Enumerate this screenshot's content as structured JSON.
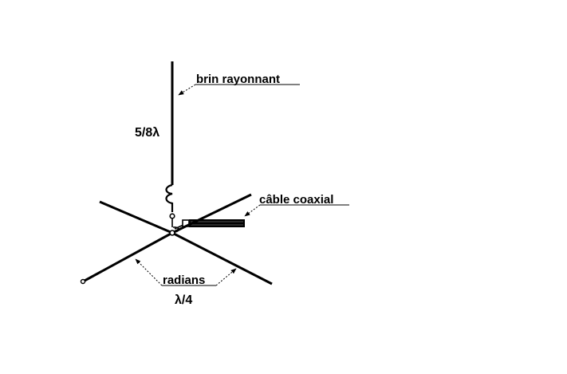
{
  "diagram": {
    "labels": {
      "radiating_element": "brin rayonnant",
      "element_length": "5/8λ",
      "coax_cable": "câble coaxial",
      "radials": "radians",
      "radials_length": "λ/4"
    },
    "colors": {
      "ink": "#000000",
      "background": "#ffffff"
    }
  }
}
